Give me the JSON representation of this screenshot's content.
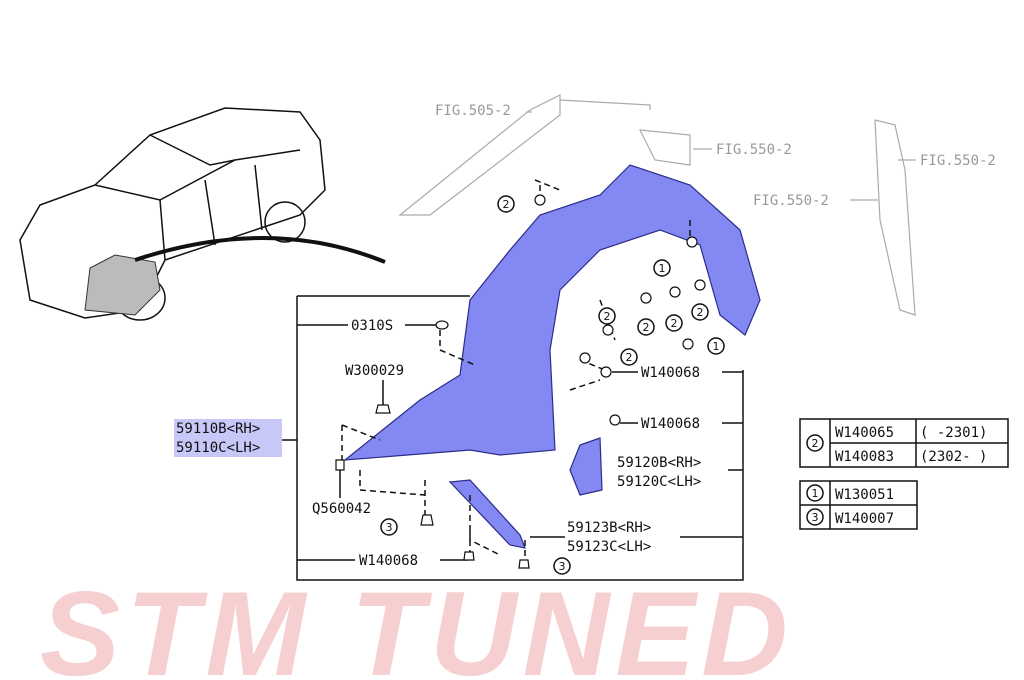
{
  "watermark": "STM TUNED",
  "figure_refs": [
    "FIG.505-2",
    "FIG.550-2",
    "FIG.550-2",
    "FIG.550-2"
  ],
  "main_part": {
    "rh": "59110B<RH>",
    "lh": "59110C<LH>",
    "highlight_color": "#c8c8f8"
  },
  "part_color": "#6f73f0",
  "callouts": {
    "c0310s": "0310S",
    "w300029": "W300029",
    "q560042": "Q560042",
    "w140068_a": "W140068",
    "w140068_b": "W140068",
    "w140068_c": "W140068",
    "p59120": {
      "rh": "59120B<RH>",
      "lh": "59120C<LH>"
    },
    "p59123": {
      "rh": "59123B<RH>",
      "lh": "59123C<LH>"
    }
  },
  "markers": {
    "one": "1",
    "two": "2",
    "three": "3"
  },
  "legend": {
    "two": {
      "marker": "2",
      "rows": [
        {
          "part": "W140065",
          "range": "( -2301)"
        },
        {
          "part": "W140083",
          "range": "(2302- )"
        }
      ]
    },
    "one": {
      "marker": "1",
      "part": "W130051"
    },
    "three": {
      "marker": "3",
      "part": "W140007"
    }
  }
}
